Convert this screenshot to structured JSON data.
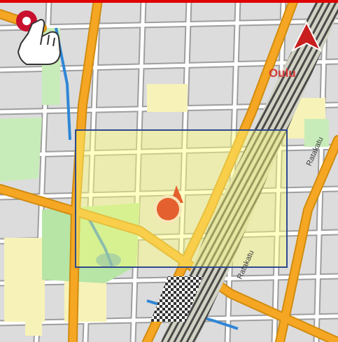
{
  "map": {
    "city_label": "Oulu",
    "street_labels": [
      "Ratakatu",
      "Ratakatu"
    ],
    "colors": {
      "top_bar": "#e00000",
      "block": "#dcdcdc",
      "street": "#ffffff",
      "street_outline": "#9e9e9e",
      "major_road": "#f5a623",
      "park": "#b7e5a5",
      "highlighted_area": "#ffff7a",
      "selection_outline": "#2e4a8c",
      "railway": "#3e3e3e",
      "location_marker": "#e4602e",
      "compass_arrow": "#c81e1e",
      "city_label": "#d43a3a",
      "water": "#2f86d6"
    }
  },
  "overlays": {
    "touch_hint_icon": "tap-gesture-icon",
    "compass_icon": "north-arrow-icon",
    "location_icon": "location-pin-icon",
    "selection": "selection-rectangle"
  }
}
